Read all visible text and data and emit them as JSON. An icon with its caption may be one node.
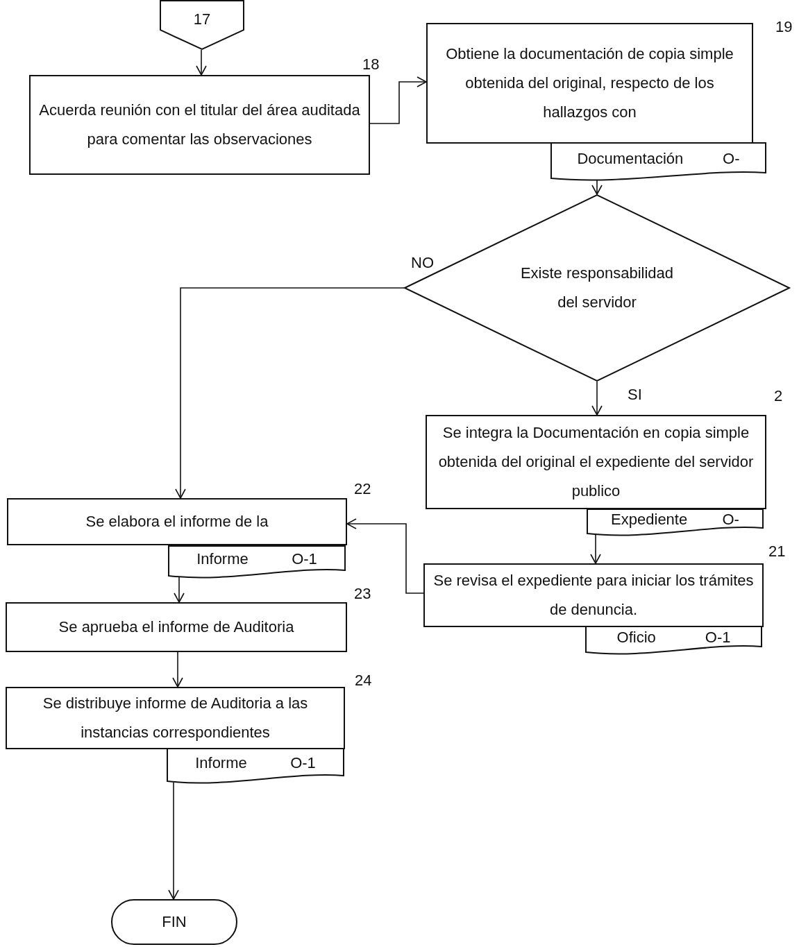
{
  "diagram": {
    "nodes": [
      {
        "text": [
          "17"
        ]
      },
      {
        "text": [
          "Acuerda reunión con el titular del área auditada para comentar las observaciones"
        ],
        "beside": [
          "18"
        ]
      },
      {
        "text": [
          "Obtiene la documentación de copia simple obtenida del original, respecto de los hallazgos con"
        ],
        "beside": [
          "19"
        ]
      },
      {
        "text": [
          "Documentación",
          "O-"
        ]
      },
      {
        "text": [
          "Existe responsabilidad del servidor"
        ]
      },
      {
        "text": [
          "Se integra la Documentación en copia simple obtenida del original el expediente del servidor publico"
        ],
        "beside": [
          "2"
        ]
      },
      {
        "text": [
          "Expediente",
          "O-"
        ]
      },
      {
        "text": [
          "Se revisa el expediente para iniciar los trámites de denuncia."
        ],
        "beside": [
          "21"
        ]
      },
      {
        "text": [
          "Oficio",
          "O-1"
        ]
      },
      {
        "text": [
          "Se elabora el informe de la"
        ],
        "beside": [
          "22"
        ]
      },
      {
        "text": [
          "Informe",
          "O-1"
        ]
      },
      {
        "text": [
          "Se aprueba el informe de Auditoria"
        ],
        "beside": [
          "23"
        ]
      },
      {
        "text": [
          "Se distribuye informe de Auditoria a las instancias correspondientes"
        ],
        "beside": [
          "24"
        ]
      },
      {
        "text": [
          "Informe",
          "O-1"
        ]
      },
      {
        "text": [
          "FIN"
        ]
      }
    ],
    "edges": [
      {
        "from": 0,
        "to": 1,
        "arrow": "to"
      },
      {
        "from": 1,
        "to": 2,
        "arrow": "to"
      },
      {
        "from": 3,
        "to": 4,
        "arrow": "to"
      },
      {
        "from": 4,
        "to": 9,
        "arrow": "to",
        "label": "NO"
      },
      {
        "from": 4,
        "to": 5,
        "arrow": "to",
        "label": "SI"
      },
      {
        "from": 6,
        "to": 7,
        "arrow": "to"
      },
      {
        "from": 7,
        "to": 9,
        "arrow": "to"
      },
      {
        "from": 10,
        "to": 11,
        "arrow": "to"
      },
      {
        "from": 11,
        "to": 12,
        "arrow": "to"
      },
      {
        "from": 13,
        "to": 14,
        "arrow": "to"
      }
    ]
  }
}
